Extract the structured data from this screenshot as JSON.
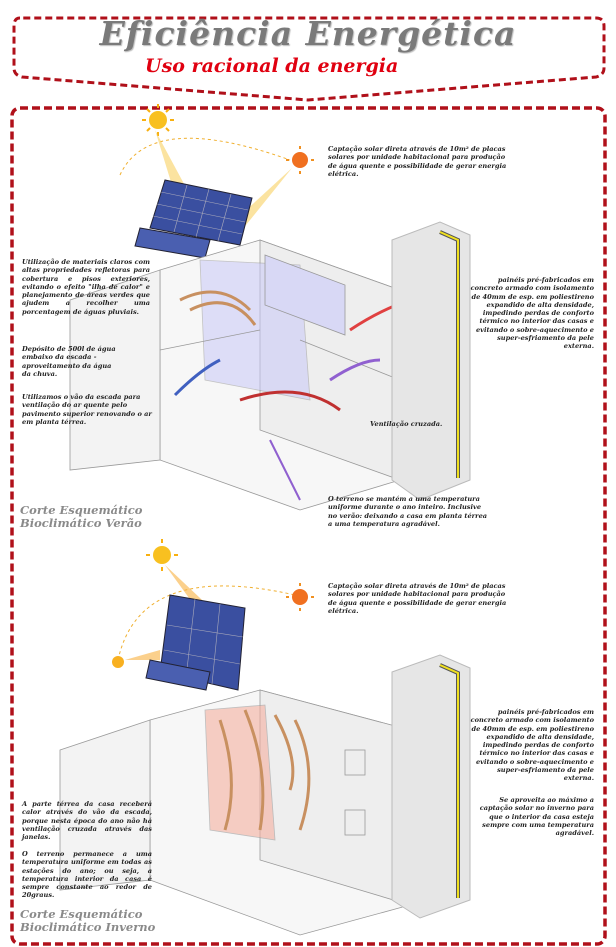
{
  "header": {
    "title": "Eficiência Energética",
    "subtitle": "Uso racional da energia"
  },
  "summer": {
    "label_line1": "Corte Esquemático",
    "label_line2": "Bioclimático Verão",
    "solar_capture": "Captação solar direta através de 10m² de placas solares por unidade habitacional para produção de água quente e possibilidade de gerar energia elétrica.",
    "materials": "Utilização de materiais claros com altas propriedades refletoras para cobertura e pisos exteriores, evitando o efeito \"ilha de calor\" e planejamento de áreas verdes que ajudem a recolher uma porcentagem de águas pluviais.",
    "deposit": "Depósito de 500l de água embaixo da escada - aproveitamento da água da chuva.",
    "stairwell": "Utilizamos o vão da escada para ventilação do ar quente pelo pavimento superior renovando o ar em planta térrea.",
    "panels": "painéis pré-fabricados em concreto armado com isolamento de 40mm de esp. em poliestireno expandido de alta densidade, impedindo perdas de conforto térmico no interior das casas e evitando o sobre-aquecimento e super-esfriamento da pele externa.",
    "cross_ventilation": "Ventilação cruzada.",
    "ground": "O terreno se mantém a uma temperatura uniforme durante o ano inteiro. Inclusive no verão: deixando a casa em planta térrea a uma temperatura agradável."
  },
  "winter": {
    "label_line1": "Corte Esquemático",
    "label_line2": "Bioclimático Inverno",
    "solar_capture": "Captação solar direta através de 10m² de placas solares por unidade habitacional para produção de água quente e possibilidade de gerar energia elétrica.",
    "panels": "painéis pré-fabricados em concreto armado com isolamento de 40mm de esp. em poliestireno expandido de alta densidade, impedindo perdas de conforto térmico no interior das casas e evitando o sobre-aquecimento e super-esfriamento da pele externa.",
    "solar_gain": "Se aproveita ao máximo a captação solar no inverno para que o interior da casa esteja sempre com uma temperatura agradável.",
    "ground_floor": "A parte térrea da casa receberá calor através do vão da escada, porque nesta época do ano não há ventilação cruzada através das janelas.",
    "ground": "O terreno permanece a uma temperatura uniforme em todas as estações do ano; ou seja, a temperatura interior da casa é sempre constante ao redor de 20graus."
  },
  "colors": {
    "frame": "#b0101a",
    "title": "#7a7a7a",
    "subtitle": "#e00010"
  }
}
